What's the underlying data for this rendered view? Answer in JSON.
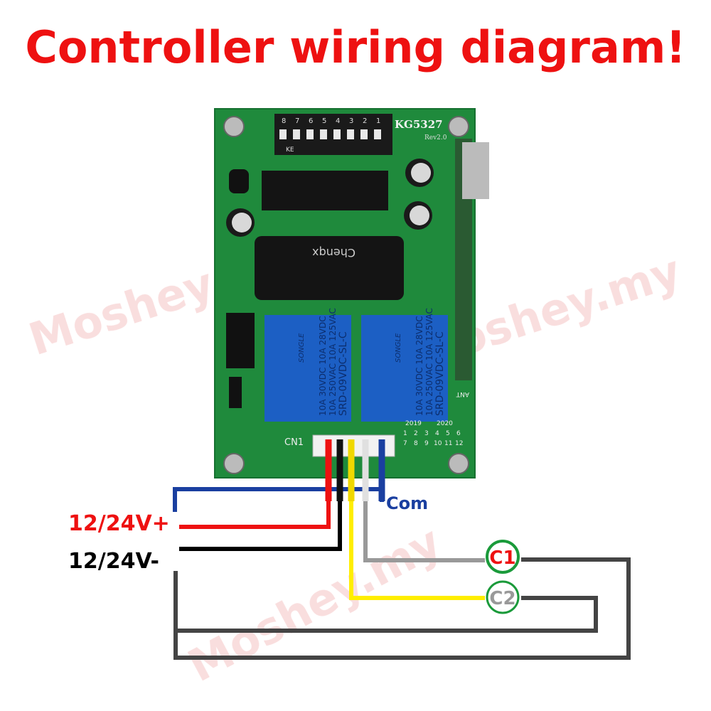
{
  "title": "Controller wiring diagram!",
  "watermark": "Moshey.my",
  "board": {
    "model": "KG5327",
    "revision": "Rev2.0",
    "dip_switch_numbers": [
      "8",
      "7",
      "6",
      "5",
      "4",
      "3",
      "2",
      "1"
    ],
    "dip_label": "KE",
    "capacitor_brand": "Chenqx",
    "relay_brand": "SONGLE",
    "relay_model": "SRD-09VDC-SL-C",
    "relay_rating_1": "10A 250VAC 10A 125VAC",
    "relay_rating_2": "10A 30VDC 10A 28VDC",
    "connector_label": "CN1",
    "antenna_label": "ANT",
    "year_labels": [
      "2019",
      "2020"
    ],
    "date_grid": [
      "1",
      "2",
      "3",
      "4",
      "5",
      "6",
      "7",
      "8",
      "9",
      "10",
      "11",
      "12"
    ]
  },
  "labels": {
    "v_plus": "12/24V+",
    "v_minus": "12/24V-",
    "com": "Com",
    "c1": "C1",
    "c2": "C2"
  },
  "colors": {
    "title": "#ee1111",
    "red_wire": "#ee1111",
    "black_wire": "#000000",
    "yellow_wire": "#ffee00",
    "gray_wire": "#999999",
    "blue_wire": "#1a3fa0",
    "return_wire": "#444444",
    "circle": "#1a9a3a",
    "board": "#1f8a3c"
  }
}
